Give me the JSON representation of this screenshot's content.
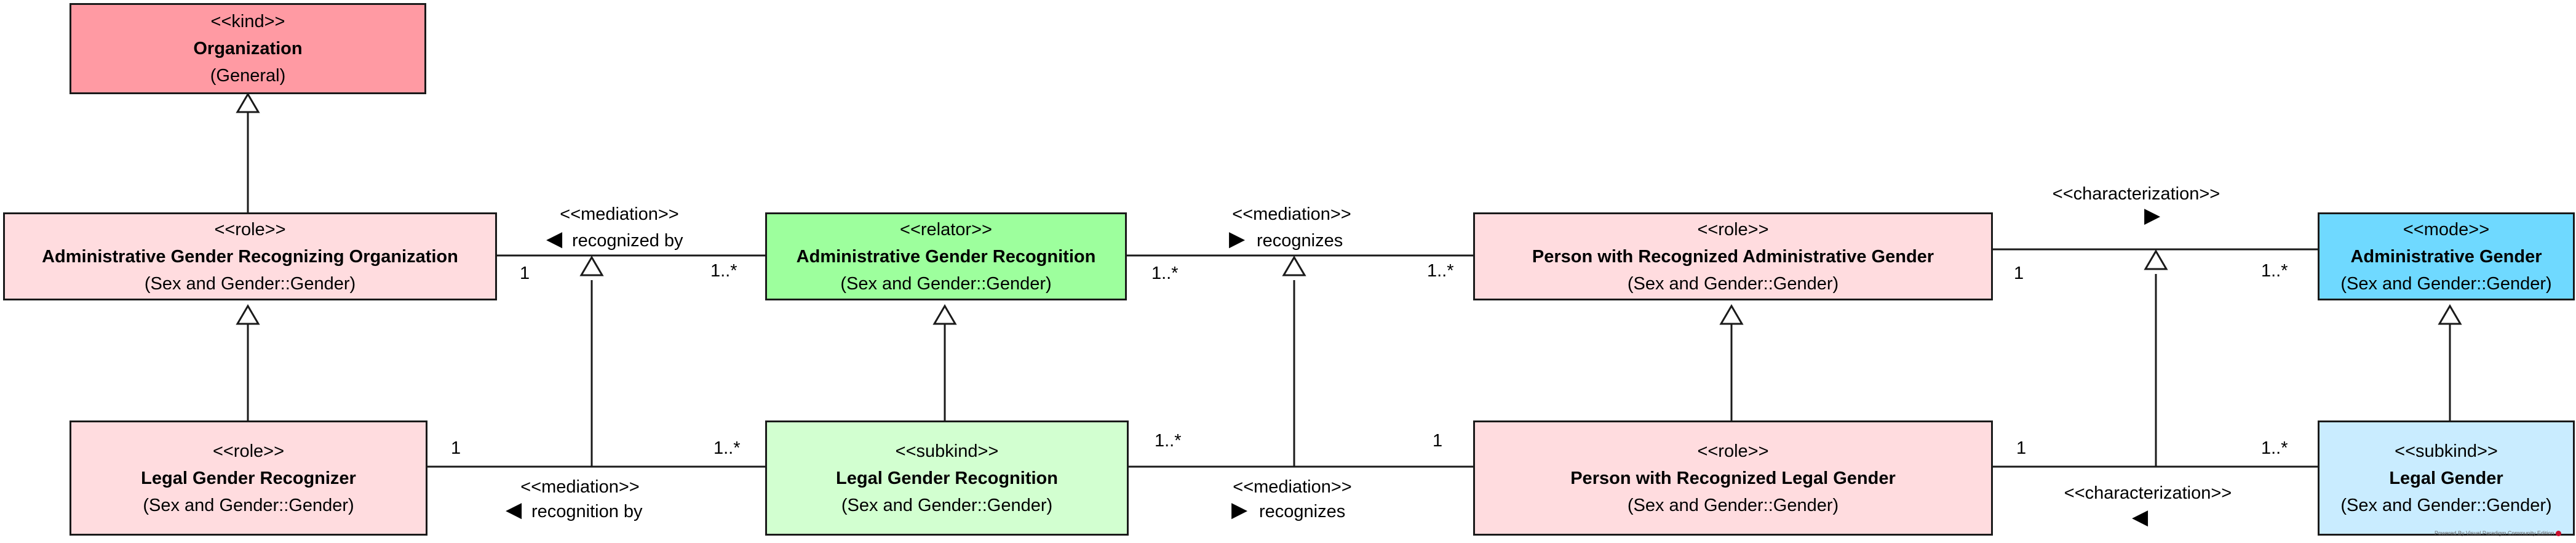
{
  "colors": {
    "kind": "#ff9aa3",
    "role": "#ffdcdf",
    "relator": "#9dff9d",
    "subkind_relator": "#d2ffd0",
    "mode": "#6fd9ff",
    "subkind_mode": "#c9ecff",
    "line": "#1a1a1a"
  },
  "classes": {
    "organization": {
      "stereotype": "<<kind>>",
      "name": "Organization",
      "package": "(General)"
    },
    "admin_org": {
      "stereotype": "<<role>>",
      "name": "Administrative Gender Recognizing Organization",
      "package": "(Sex and Gender::Gender)"
    },
    "legal_recognizer": {
      "stereotype": "<<role>>",
      "name": "Legal Gender Recognizer",
      "package": "(Sex and Gender::Gender)"
    },
    "admin_recognition": {
      "stereotype": "<<relator>>",
      "name": "Administrative Gender Recognition",
      "package": "(Sex and Gender::Gender)"
    },
    "legal_recognition": {
      "stereotype": "<<subkind>>",
      "name": "Legal Gender Recognition",
      "package": "(Sex and Gender::Gender)"
    },
    "person_admin": {
      "stereotype": "<<role>>",
      "name": "Person with Recognized Administrative Gender",
      "package": "(Sex and Gender::Gender)"
    },
    "person_legal": {
      "stereotype": "<<role>>",
      "name": "Person with Recognized Legal Gender",
      "package": "(Sex and Gender::Gender)"
    },
    "admin_gender": {
      "stereotype": "<<mode>>",
      "name": "Administrative Gender",
      "package": "(Sex and Gender::Gender)"
    },
    "legal_gender": {
      "stereotype": "<<subkind>>",
      "name": "Legal Gender",
      "package": "(Sex and Gender::Gender)"
    }
  },
  "associations": {
    "a1": {
      "stereotype": "<<mediation>>",
      "name": "recognized by",
      "arrow": "◀",
      "mult_left": "1",
      "mult_right": "1..*"
    },
    "a2": {
      "stereotype": "<<mediation>>",
      "name": "recognition by",
      "arrow": "◀",
      "mult_left": "1",
      "mult_right": "1..*"
    },
    "a3": {
      "stereotype": "<<mediation>>",
      "name": "recognizes",
      "arrow": "▶",
      "mult_left": "1..*",
      "mult_right": "1..*"
    },
    "a4": {
      "stereotype": "<<mediation>>",
      "name": "recognizes",
      "arrow": "▶",
      "mult_left": "1..*",
      "mult_right": "1"
    },
    "a5": {
      "stereotype": "<<characterization>>",
      "arrow": "▶",
      "mult_left": "1",
      "mult_right": "1..*"
    },
    "a6": {
      "stereotype": "<<characterization>>",
      "arrow": "◀",
      "mult_left": "1",
      "mult_right": "1..*"
    }
  },
  "footer": {
    "text": "Powered By  Visual Paradigm Community Edition"
  }
}
